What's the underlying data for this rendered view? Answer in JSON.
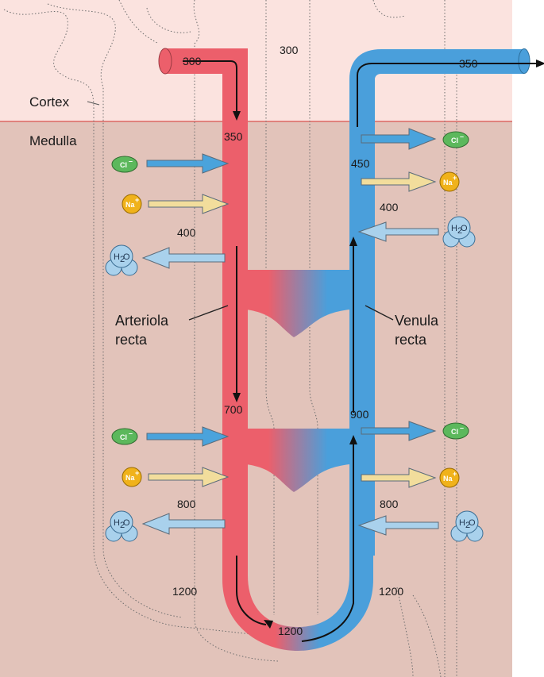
{
  "regions": {
    "cortex": "Cortex",
    "medulla": "Medulla"
  },
  "vessels": {
    "arteriola_line1": "Arteriola",
    "arteriola_line2": "recta",
    "venula_line1": "Venula",
    "venula_line2": "recta"
  },
  "osmolality": {
    "interstitial_cortex": "300",
    "arterial_in": "300",
    "arterial_upper": "350",
    "arterial_mid": "700",
    "venous_out": "350",
    "venous_upper": "450",
    "venous_mid": "900",
    "bottom": "1200",
    "left_upper": "400",
    "right_upper": "400",
    "left_lower": "800",
    "right_lower": "800",
    "left_bottom": "1200",
    "right_bottom": "1200"
  },
  "ions": {
    "chloride": "Cl",
    "chloride_sup": "–",
    "sodium": "Na",
    "sodium_sup": "+",
    "water": "H",
    "water_sub": "2",
    "water_tail": "O"
  },
  "colors": {
    "cortex_bg": "#fbe3df",
    "medulla_bg": "#e2c3ba",
    "boundary": "#d9534f",
    "artery": "#ec5f6b",
    "vein": "#4a9fdb",
    "cl_arrow": "#4aa3dc",
    "na_arrow": "#f2dd9c",
    "h2o_arrow": "#a9d1ec",
    "cl_ion": "#5cb85c",
    "na_ion": "#f0b21b",
    "h2o_molecule": "#a9d1ec"
  }
}
